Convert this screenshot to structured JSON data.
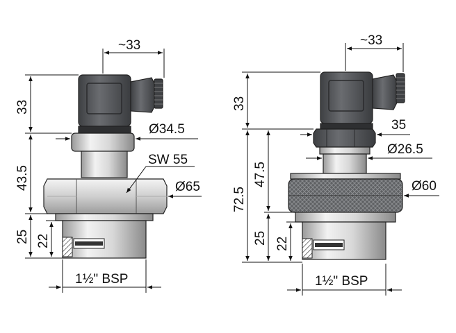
{
  "left_drawing": {
    "connector_width": "~33",
    "connector_height": "33",
    "collar_diameter": "Ø34.5",
    "body_height": "43.5",
    "wrench_size": "SW 55",
    "nut_diameter": "Ø65",
    "thread_height": "25",
    "thread_length": "22",
    "thread_spec": "1½\" BSP"
  },
  "right_drawing": {
    "connector_width": "~33",
    "connector_height": "33",
    "hex_size": "35",
    "collar_diameter": "Ø26.5",
    "body_height": "47.5",
    "total_height": "72.5",
    "knurled_diameter": "Ø60",
    "thread_height": "25",
    "thread_length": "22",
    "thread_spec": "1½\" BSP"
  },
  "colors": {
    "connector": "#55575a",
    "metal_light": "#e6e6e6",
    "metal_mid": "#bfbfbf",
    "metal_dark": "#8e8e8e",
    "knurl": "#6a6a6a"
  }
}
